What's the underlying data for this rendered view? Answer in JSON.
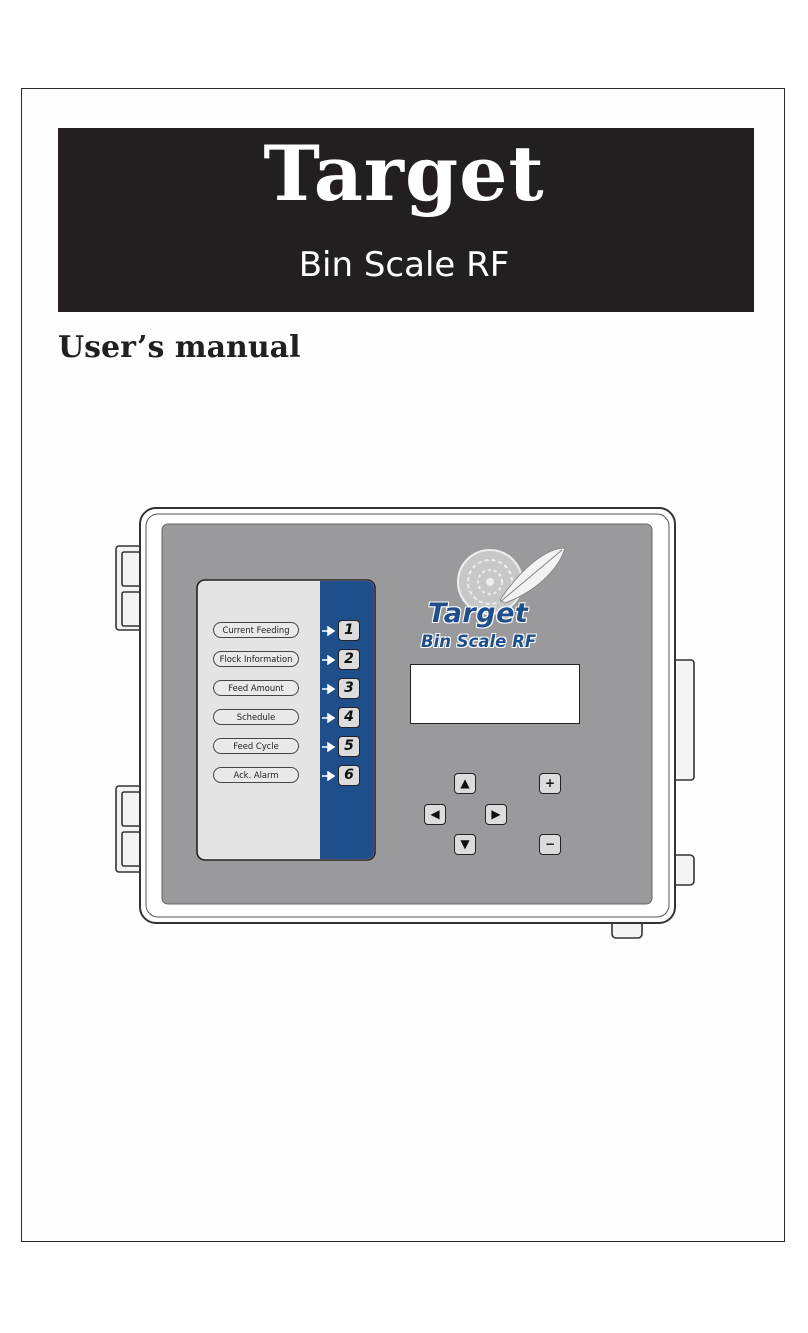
{
  "cover": {
    "title": "Target",
    "subtitle": "Bin Scale RF",
    "heading": "User’s manual"
  },
  "device": {
    "logo": {
      "brand": "Target",
      "model": "Bin Scale RF"
    },
    "menu_buttons": [
      {
        "label": "Current Feeding",
        "key": "1"
      },
      {
        "label": "Flock Information",
        "key": "2"
      },
      {
        "label": "Feed Amount",
        "key": "3"
      },
      {
        "label": "Schedule",
        "key": "4"
      },
      {
        "label": "Feed Cycle",
        "key": "5"
      },
      {
        "label": "Ack. Alarm",
        "key": "6"
      }
    ],
    "nav_keys": {
      "up": "▲",
      "down": "▼",
      "left": "◀",
      "right": "▶",
      "plus": "+",
      "minus": "−"
    },
    "colors": {
      "banner": "#231f20",
      "panel_gray": "#9a9a9c",
      "key_strip_blue": "#1e4f8b"
    }
  }
}
